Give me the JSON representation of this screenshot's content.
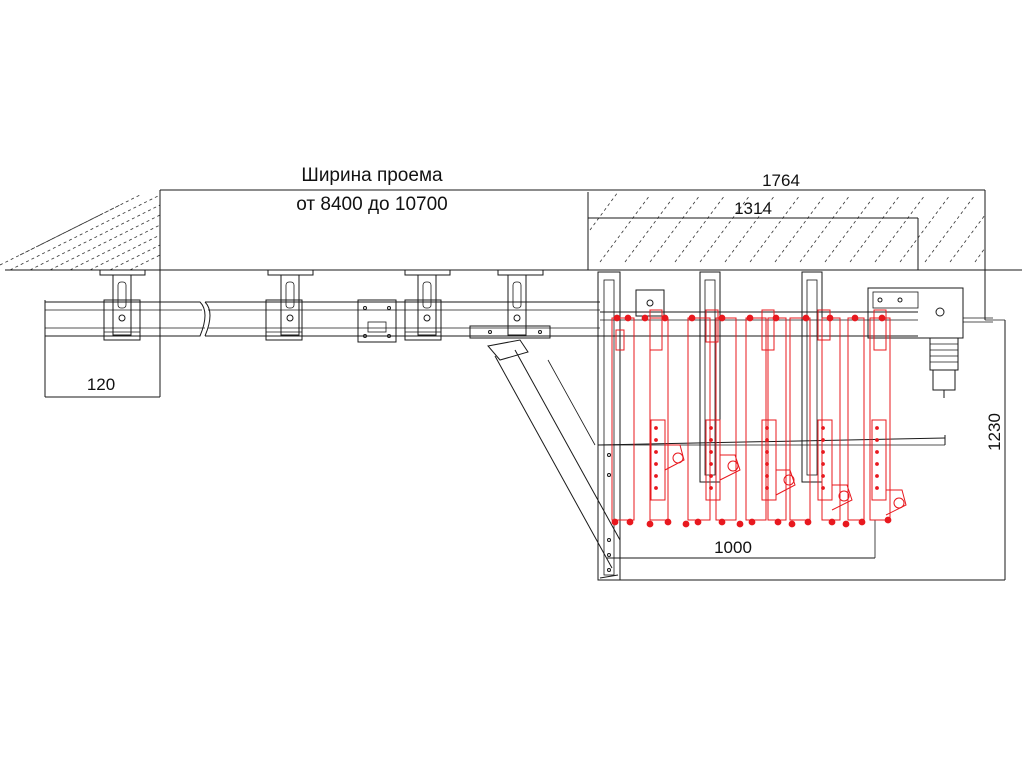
{
  "drawing": {
    "opening_width_label": "Ширина проема",
    "opening_range_label": "от 8400 до 10700",
    "dimensions": {
      "d1764": "1764",
      "d1314": "1314",
      "d120": "120",
      "d1230": "1230",
      "d1000": "1000"
    }
  }
}
